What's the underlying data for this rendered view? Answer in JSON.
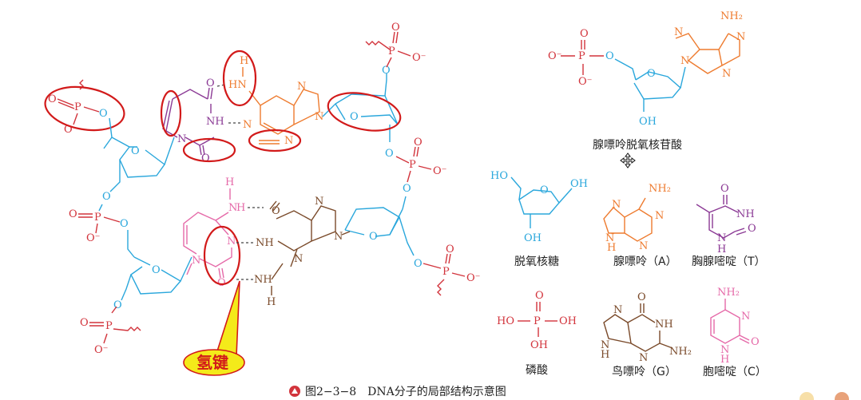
{
  "labels": {
    "nucleotide": "腺嘌呤脱氧核苷酸",
    "deoxyribose": "脱氧核糖",
    "adenine": "腺嘌呤（A）",
    "thymine": "胸腺嘧啶（T）",
    "phosphate": "磷酸",
    "guanine": "鸟嘌呤（G）",
    "cytosine": "胞嘧啶（C）",
    "hydrogen_bond": "氢键",
    "caption": "图2−3−8　DNA分子的局部结构示意图"
  },
  "atoms": {
    "O": "O",
    "O_minus": "O⁻",
    "P": "P",
    "N": "N",
    "NH": "NH",
    "H": "H",
    "HN": "HN",
    "OH": "OH",
    "HO": "HO",
    "NH2": "NH₂",
    "H2N": "NH₂",
    "H_N": "H"
  },
  "colors": {
    "phosphate": "#d2343c",
    "sugar": "#2aa7dc",
    "adenine": "#ee7b2f",
    "thymine": "#8b3a95",
    "guanine": "#7a4a2a",
    "cytosine": "#e569a8",
    "highlight": "#d21a1a",
    "callout_fill": "#f4ea1a"
  }
}
